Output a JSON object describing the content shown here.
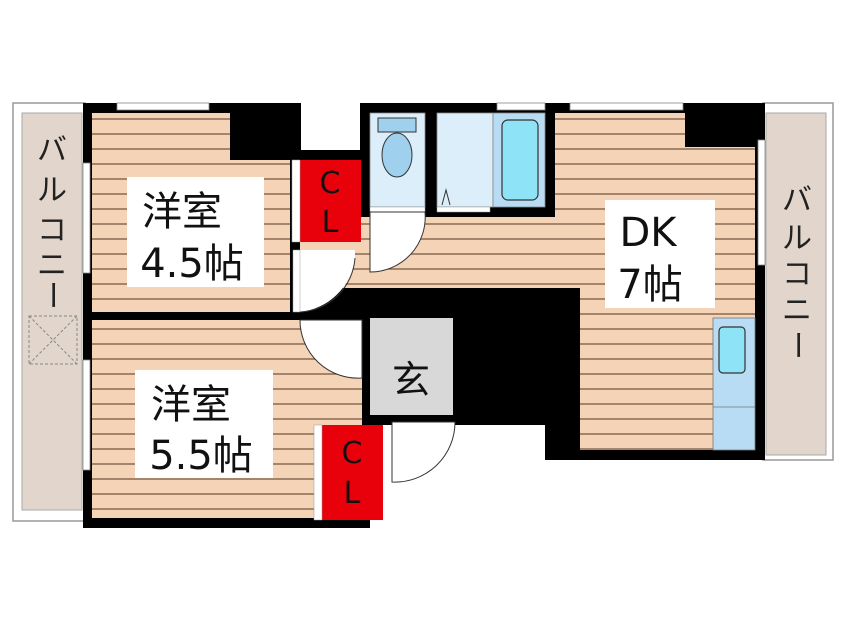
{
  "rooms": {
    "western_room_1": {
      "name": "洋室",
      "size": "4.5帖"
    },
    "western_room_2": {
      "name": "洋室",
      "size": "5.5帖"
    },
    "dining_kitchen": {
      "name": "DK",
      "size": "7帖"
    },
    "entrance": {
      "name": "玄"
    },
    "closet_1": {
      "line1": "C",
      "line2": "L"
    },
    "closet_2": {
      "line1": "C",
      "line2": "L"
    }
  },
  "balconies": {
    "left": {
      "chars": [
        "バ",
        "ル",
        "コ",
        "ニ",
        "ー"
      ]
    },
    "right": {
      "chars": [
        "バ",
        "ル",
        "コ",
        "ニ",
        "ー"
      ]
    }
  },
  "colors": {
    "floor": "#f5d3b6",
    "floor_line": "#7a5a44",
    "closet": "#e8000b",
    "entrance": "#d8d8d8",
    "wet_area": "#dceefa",
    "fixture": "#9fd8f2",
    "balcony": "#e2d6cc",
    "wall": "#000000"
  }
}
